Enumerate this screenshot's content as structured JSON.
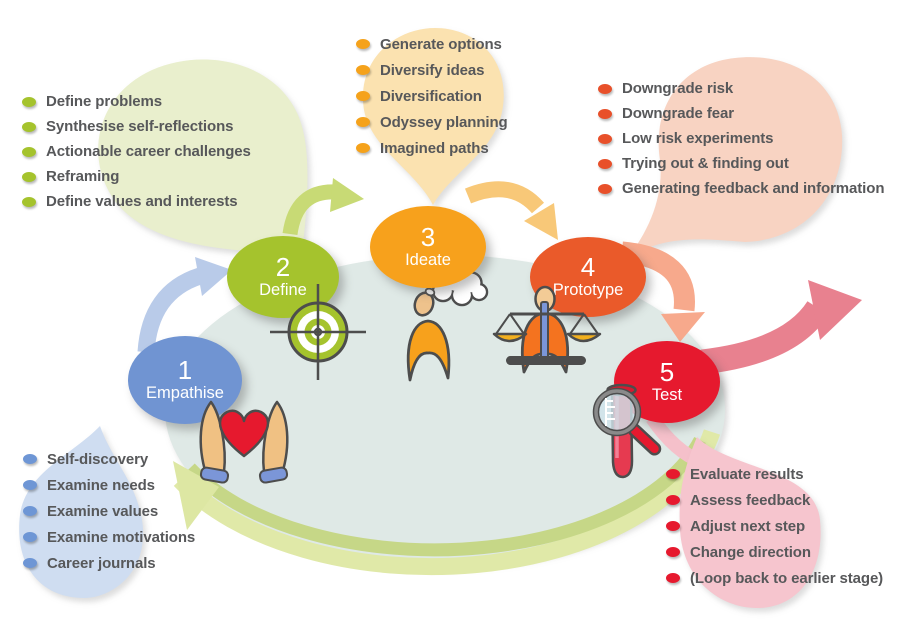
{
  "stages": [
    {
      "number": "1",
      "label": "Empathise",
      "color": "#7094d2",
      "icon": "hands-holding-heart-icon"
    },
    {
      "number": "2",
      "label": "Define",
      "color": "#a5c32d",
      "icon": "target-icon"
    },
    {
      "number": "3",
      "label": "Ideate",
      "color": "#f7a11c",
      "icon": "thinking-person-icon"
    },
    {
      "number": "4",
      "label": "Prototype",
      "color": "#ea5a2a",
      "icon": "balance-scales-icon"
    },
    {
      "number": "5",
      "label": "Test",
      "color": "#e6192e",
      "icon": "magnifier-test-tube-icon"
    }
  ],
  "lists": {
    "define": {
      "bullet_color": "#a5c32d",
      "items": [
        "Define problems",
        "Synthesise self-reflections",
        "Actionable career challenges",
        "Reframing",
        "Define values and interests"
      ]
    },
    "ideate": {
      "bullet_color": "#f5a21b",
      "items": [
        "Generate options",
        "Diversify ideas",
        "Diversification",
        "Odyssey planning",
        "Imagined paths"
      ]
    },
    "prototype": {
      "bullet_color": "#e8502a",
      "items": [
        "Downgrade risk",
        "Downgrade fear",
        "Low risk experiments",
        "Trying out & finding out",
        "Generating feedback and information"
      ]
    },
    "empathise": {
      "bullet_color": "#6e96d5",
      "items": [
        "Self-discovery",
        "Examine needs",
        "Examine values",
        "Examine motivations",
        "Career journals"
      ]
    },
    "test": {
      "bullet_color": "#e6192e",
      "items": [
        "Evaluate results",
        "Assess feedback",
        "Adjust next step",
        "Change direction",
        "(Loop back to earlier stage)"
      ]
    }
  },
  "colors": {
    "background": "#ffffff",
    "text": "#57585a",
    "center_ellipse": "#dfe9e6",
    "loop_band_light": "#e0e9a8",
    "loop_band_dark": "#c6d787",
    "teardrop_green": "#e9efcd",
    "teardrop_orange": "#fbe2b0",
    "teardrop_salmon": "#f8d3c2",
    "teardrop_blue": "#cfddf1",
    "teardrop_pink": "#f6c5ce",
    "arrow_blue": "#b9cbe9",
    "arrow_green": "#c8da75",
    "arrow_orange": "#f8c878",
    "arrow_salmon": "#f7a98c",
    "arrow_pink": "#e8818f"
  }
}
